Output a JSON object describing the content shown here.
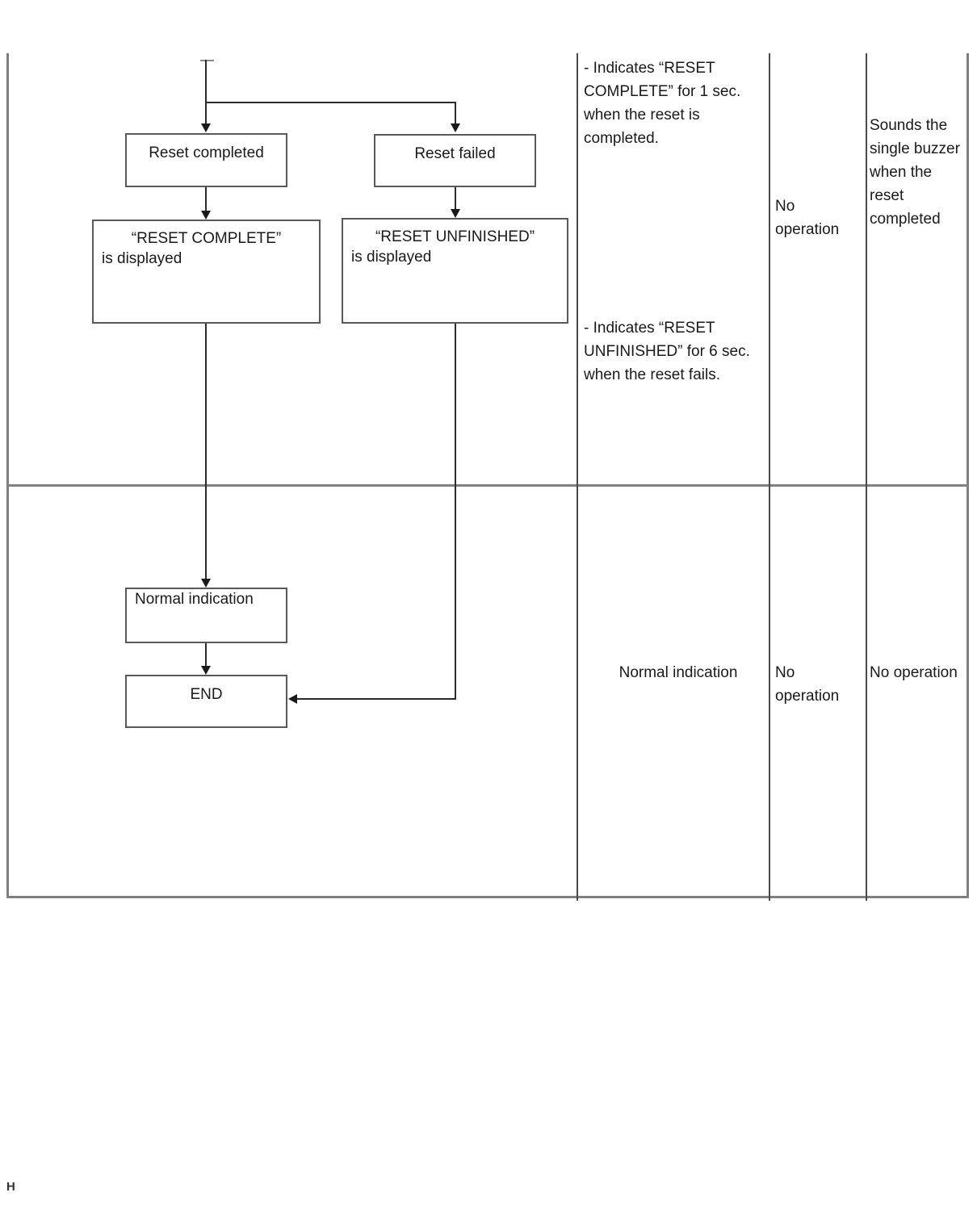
{
  "page": {
    "marker": "H"
  },
  "flowchart": {
    "nodes": [
      {
        "id": "reset-completed",
        "label": "Reset completed"
      },
      {
        "id": "reset-failed",
        "label": "Reset failed"
      },
      {
        "id": "reset-complete-msg",
        "line1": "“RESET COMPLETE”",
        "line2": "is displayed"
      },
      {
        "id": "reset-unfinished-msg",
        "line1": "“RESET UNFINISHED”",
        "line2": "is displayed"
      },
      {
        "id": "normal-indication",
        "label": "Normal indication"
      },
      {
        "id": "end",
        "label": "END"
      }
    ]
  },
  "table": {
    "rows": [
      {
        "id": "row-reset-result",
        "indication": "- Indicates “RESET COMPLETE” for 1 sec. when the reset is completed.",
        "indication_2": "- Indicates “RESET UNFINISHED” for 6 sec. when the reset fails.",
        "operation": "No operation",
        "buzzer": "Sounds the single buzzer when the reset completed"
      },
      {
        "id": "row-end",
        "indication": "Normal indication",
        "operation": "No operation",
        "buzzer": "No operation"
      }
    ]
  },
  "colors": {
    "frame": "#808080",
    "divider": "#4a4a4a",
    "node_border": "#595959",
    "connector": "#2b2b2b",
    "text": "#1a1a1a"
  }
}
